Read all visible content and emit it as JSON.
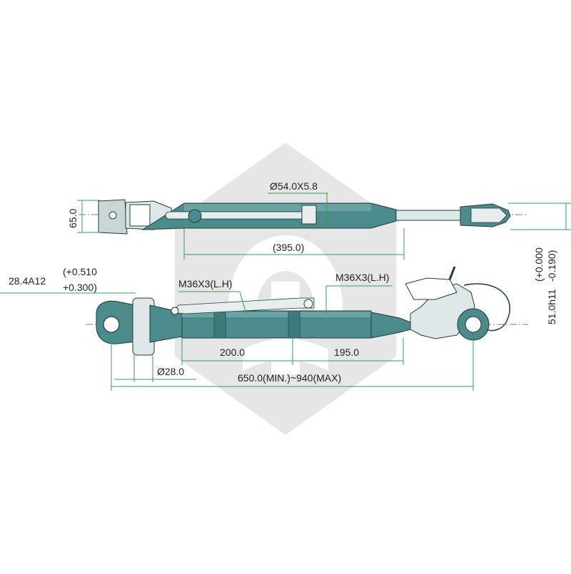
{
  "colors": {
    "body": "#4b8b8b",
    "body_dark": "#2f6666",
    "body_light": "#8fb9b9",
    "dim_line": "#2aa05a",
    "watermark": "#e3e3e3",
    "steel": "#c9d6d6",
    "outline": "#1d3d3d"
  },
  "top_view": {
    "tube_dim": "Ø54.0X5.8",
    "height_dim": "65.0",
    "length_dim": "(395.0)"
  },
  "side_view": {
    "bore_dim": "28.4A12",
    "bore_tol_upper": "(+0.510",
    "bore_tol_lower": "+0.300)",
    "thread_left": "M36X3(L.H)",
    "thread_right": "M36X3(L.H)",
    "left_len": "200.0",
    "right_len": "195.0",
    "pin_dia": "Ø28.0",
    "total_len": "650.0(MIN.)~940(MAX)"
  },
  "right_ball": {
    "ball_dim": "51.0h11",
    "ball_tol": "(+0.000 -0.190)"
  }
}
